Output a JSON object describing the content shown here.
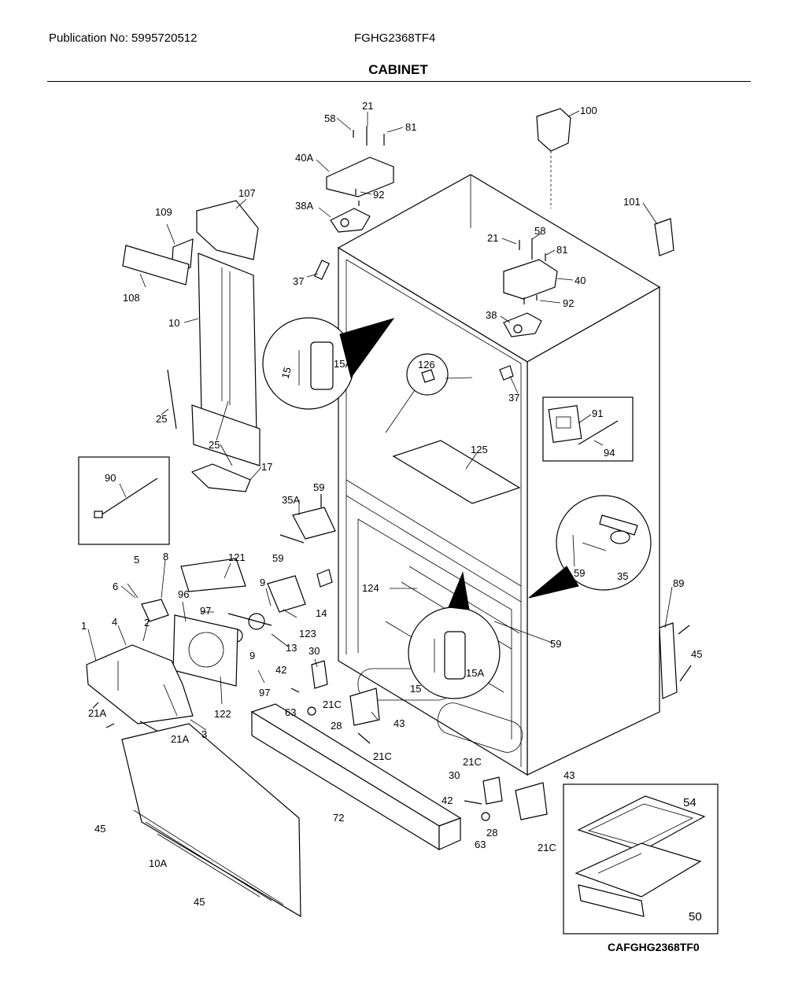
{
  "header": {
    "publication": "Publication No: 5995720512",
    "model": "FGHG2368TF4",
    "title": "CABINET"
  },
  "footer": {
    "drawing_code": "CAFGHG2368TF0"
  },
  "callouts": {
    "c21_top": "21",
    "c58_top": "58",
    "c81_top": "81",
    "c40A": "40A",
    "c92_top": "92",
    "c38A": "38A",
    "c37_left": "37",
    "c100": "100",
    "c101": "101",
    "c21_mid": "21",
    "c58_mid": "58",
    "c81_mid": "81",
    "c40": "40",
    "c92_mid": "92",
    "c38": "38",
    "c126": "126",
    "c37_right": "37",
    "c91": "91",
    "c94": "94",
    "c107": "107",
    "c109": "109",
    "c108": "108",
    "c10": "10",
    "c15_top": "15",
    "c15A_top": "15A",
    "c25_left": "25",
    "c25_mid": "25",
    "c17": "17",
    "c90": "90",
    "c125": "125",
    "c59_top": "59",
    "c35A": "35A",
    "c59_left": "59",
    "c59_circle": "59",
    "c35": "35",
    "c5": "5",
    "c8": "8",
    "c6": "6",
    "c121": "121",
    "c9_top": "9",
    "c96": "96",
    "c97_top": "97",
    "c124": "124",
    "c14": "14",
    "c89": "89",
    "c59_right": "59",
    "c1": "1",
    "c4": "4",
    "c2": "2",
    "c13": "13",
    "c123": "123",
    "c9_bot": "9",
    "c30_top": "30",
    "c45_right": "45",
    "c42_top": "42",
    "c97_bot": "97",
    "c15_bot": "15",
    "c15A_bot": "15A",
    "c21A_left": "21A",
    "c21C_top": "21C",
    "c63_top": "63",
    "c122": "122",
    "c3": "3",
    "c28_top": "28",
    "c43_top": "43",
    "c21A_mid": "21A",
    "c21C_mid": "21C",
    "c30_bot": "30",
    "c43_bot": "43",
    "c21C_bot1": "21C",
    "c54": "54",
    "c42_bot": "42",
    "c72": "72",
    "c45_left": "45",
    "c28_bot": "28",
    "c21C_bot2": "21C",
    "c63_bot": "63",
    "c10A": "10A",
    "c50": "50",
    "c45_bot": "45"
  }
}
